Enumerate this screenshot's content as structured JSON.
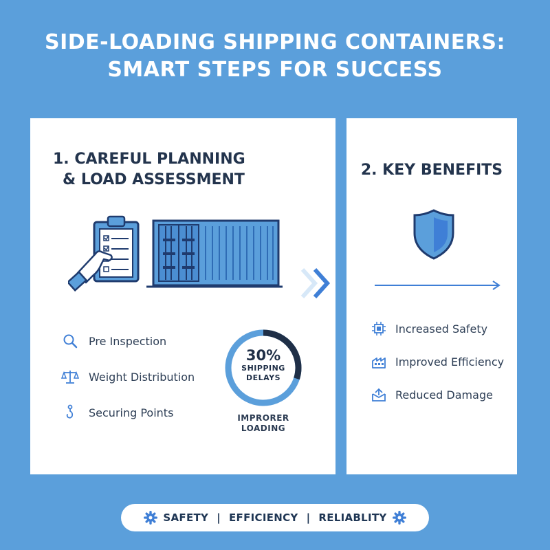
{
  "title": {
    "line1": "SIDE-LOADING SHIPPING CONTAINERS:",
    "line2": "SMART STEPS FOR SUCCESS"
  },
  "left_card": {
    "heading_line1": "1. CAREFUL PLANNING",
    "heading_line2": "& LOAD ASSESSMENT",
    "illustration_icons": [
      "clipboard-checklist-icon",
      "hand-icon",
      "shipping-container-icon"
    ],
    "checklist": [
      {
        "label": "Pre Inspection",
        "icon": "magnifier-icon"
      },
      {
        "label": "Weight Distribution",
        "icon": "balance-scale-icon"
      },
      {
        "label": "Securing Points",
        "icon": "hook-icon"
      }
    ],
    "stat": {
      "value": "30%",
      "label_line1": "SHIPPING",
      "label_line2": "DELAYS",
      "fraction": 0.3,
      "caption_line1": "IMPRORER",
      "caption_line2": "LOADING"
    }
  },
  "connector_icon": "double-chevron-right-icon",
  "right_card": {
    "heading": "2. KEY BENEFITS",
    "main_icon": "shield-icon",
    "benefits": [
      {
        "label": "Increased Safety",
        "icon": "chip-icon"
      },
      {
        "label": "Improved Efficiency",
        "icon": "factory-icon"
      },
      {
        "label": "Reduced Damage",
        "icon": "box-icon"
      }
    ]
  },
  "footer": {
    "items": [
      "SAFETY",
      "EFFICIENCY",
      "RELIABLITY"
    ],
    "separator": "|"
  },
  "colors": {
    "background": "#5b9fdb",
    "accent": "#3f7fd6",
    "text_dark": "#23344d",
    "donut_ring": "#5b9fdb",
    "donut_arc": "#1f2f47"
  }
}
